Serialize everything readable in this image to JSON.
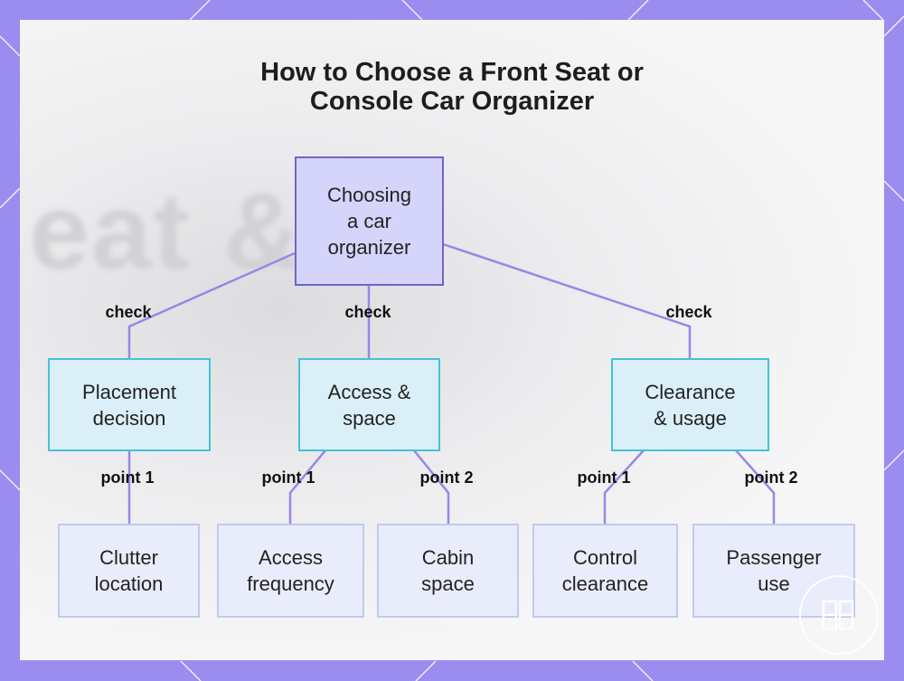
{
  "title": {
    "line1": "How to Choose a Front Seat or",
    "line2": "Console Car Organizer"
  },
  "background_text": "eat &",
  "colors": {
    "frame": "#9b8cf0",
    "connector": "#9a86e6",
    "root_fill": "#d5d5fb",
    "root_border": "#6f64c9",
    "mid_fill": "#dbeff8",
    "mid_border": "#45c1d8",
    "leaf_fill": "#e9edfb",
    "leaf_border": "#c2c9ef"
  },
  "diagram": {
    "root": {
      "text": "Choosing\na car\norganizer"
    },
    "categories": [
      {
        "text": "Placement\ndecision",
        "edge_label": "check"
      },
      {
        "text": "Access &\nspace",
        "edge_label": "check"
      },
      {
        "text": "Clearance\n& usage",
        "edge_label": "check"
      }
    ],
    "leaves": [
      {
        "text": "Clutter\nlocation",
        "edge_label": "point 1",
        "parent": 0
      },
      {
        "text": "Access\nfrequency",
        "edge_label": "point 1",
        "parent": 1
      },
      {
        "text": "Cabin\nspace",
        "edge_label": "point 2",
        "parent": 1
      },
      {
        "text": "Control\nclearance",
        "edge_label": "point 1",
        "parent": 2
      },
      {
        "text": "Passenger\nuse",
        "edge_label": "point 2",
        "parent": 2
      }
    ]
  }
}
